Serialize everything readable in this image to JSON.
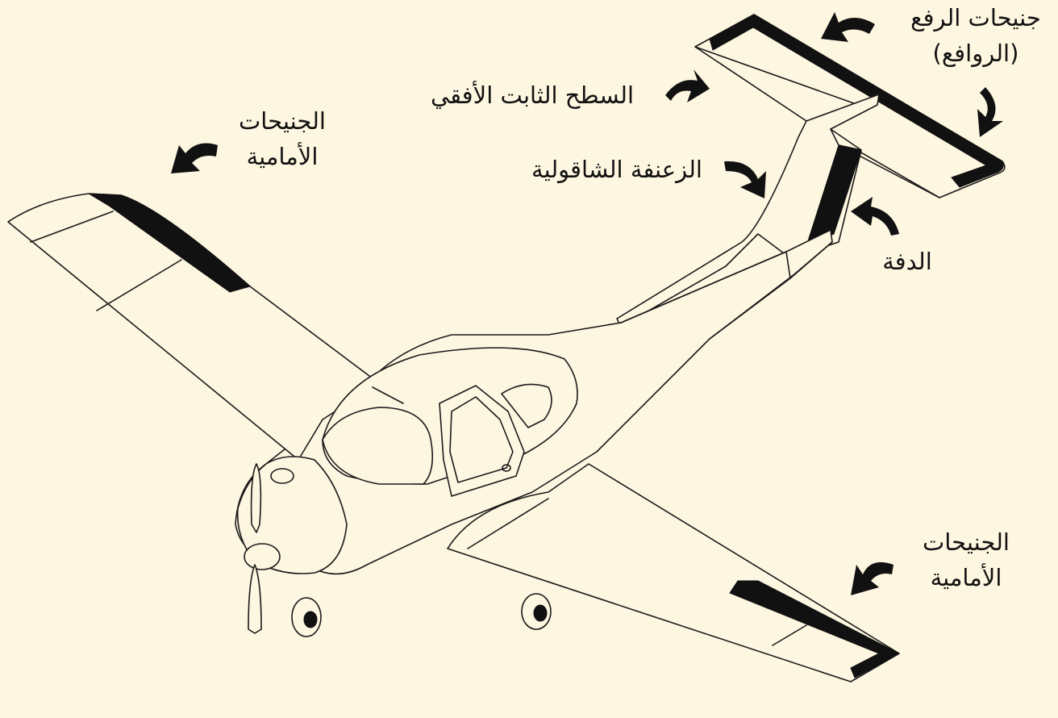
{
  "labels": {
    "elevators_line1": "جنيحات الرفع",
    "elevators_line2": "(الروافع)",
    "horizontal_stabilizer": "السطح الثابت الأفقي",
    "vertical_fin": "الزعنفة الشاقولية",
    "rudder": "الدفة",
    "left_ailerons_line1": "الجنيحات",
    "left_ailerons_line2": "الأمامية",
    "right_ailerons_line1": "الجنيحات",
    "right_ailerons_line2": "الأمامية"
  },
  "colors": {
    "background": "#fdf6e0",
    "ink": "#111111"
  }
}
